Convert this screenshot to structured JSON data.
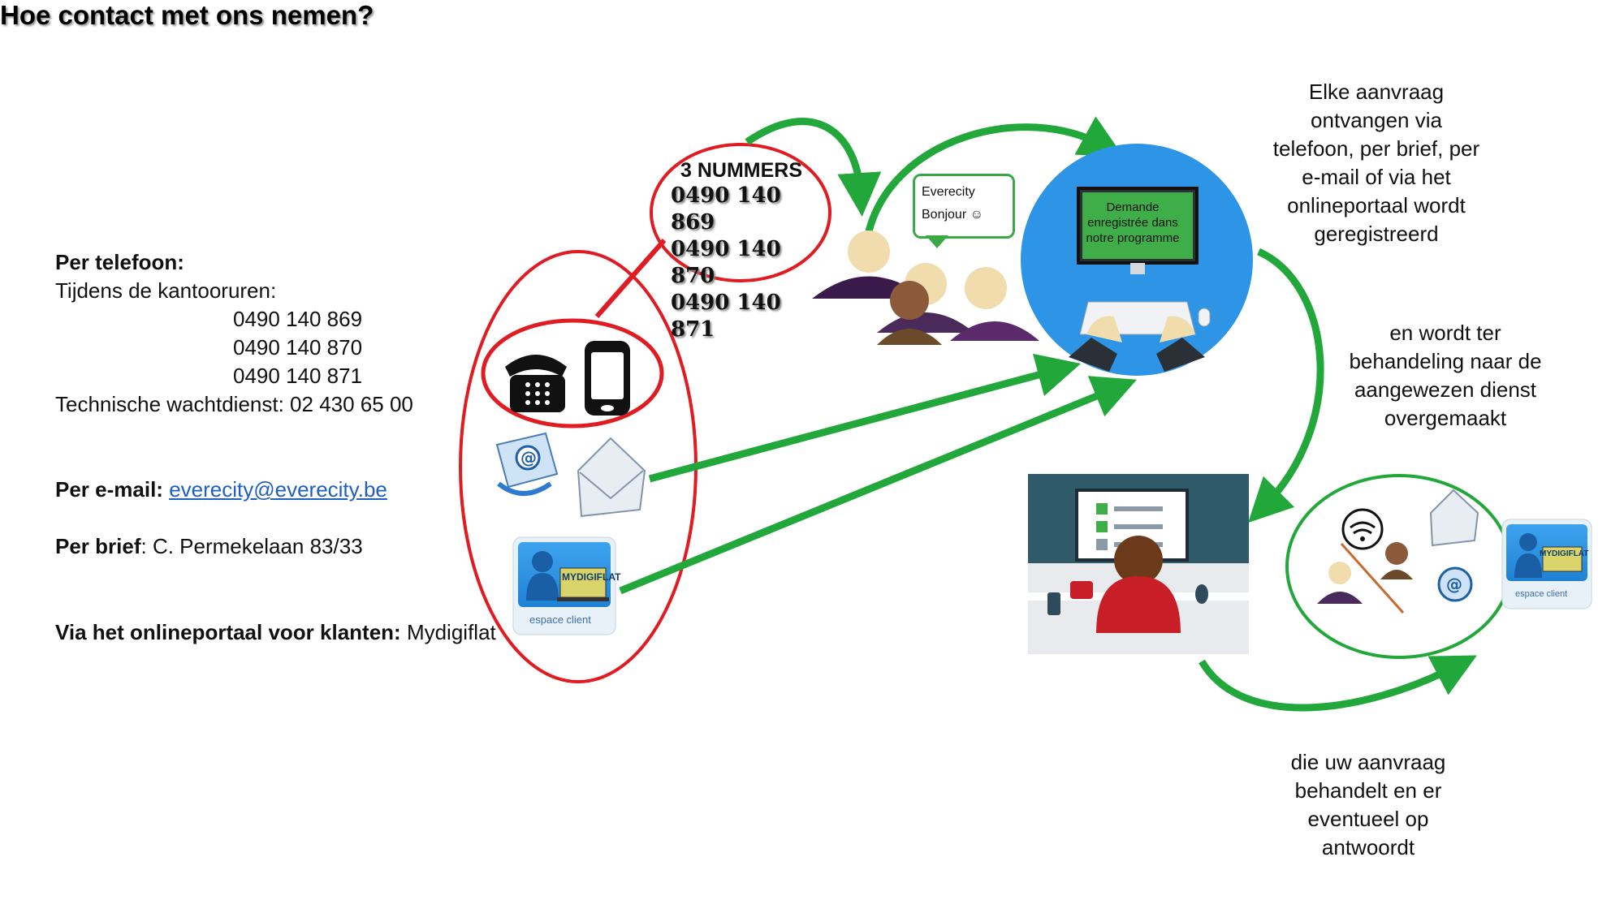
{
  "title": "Hoe contact met ons nemen?",
  "telefoon": {
    "label": "Per telefoon:",
    "kantooruren": "Tijdens de kantooruren:",
    "numbers": [
      "0490 140 869",
      "0490 140 870",
      "0490 140 871"
    ],
    "wachtdienst": "Technische wachtdienst: 02 430 65 00"
  },
  "email": {
    "label": "Per e-mail:",
    "address": "everecity@everecity.be"
  },
  "brief": {
    "label": "Per brief",
    "address": ": C. Permekelaan 83/33"
  },
  "portaal": {
    "label": "Via het onlineportaal voor klanten:",
    "name": " Mydigiflat"
  },
  "nummers_box": {
    "title": "3 NUMMERS",
    "numbers": [
      "0490 140 869",
      "0490 140 870",
      "0490 140 871"
    ]
  },
  "bubble": {
    "line1": "Everecity",
    "line2": "Bonjour ☺"
  },
  "screen_text": "Demande enregistrée dans notre programme",
  "app_tile": {
    "label": "MYDIGIFLAT",
    "footer": "espace client"
  },
  "notes": {
    "registered": [
      "Elke aanvraag",
      "ontvangen via",
      "telefoon, per brief, per",
      "e-mail of via het",
      "onlineportaal wordt",
      "geregistreerd"
    ],
    "forwarded": [
      "en wordt ter",
      "behandeling naar de",
      "aangewezen dienst",
      "overgemaakt"
    ],
    "handled": [
      "die uw aanvraag",
      "behandelt en er",
      "eventueel op",
      "antwoordt"
    ]
  },
  "colors": {
    "red": "#e01b22",
    "green": "#22a83a",
    "blue": "#2e95e6",
    "link": "#1f5fbf"
  },
  "icons": [
    "telephone-icon",
    "mobile-phone-icon",
    "email-at-icon",
    "envelope-icon",
    "mydigiflat-app-icon",
    "operators-icon",
    "computer-icon",
    "office-worker-icon",
    "wifi-icon"
  ]
}
